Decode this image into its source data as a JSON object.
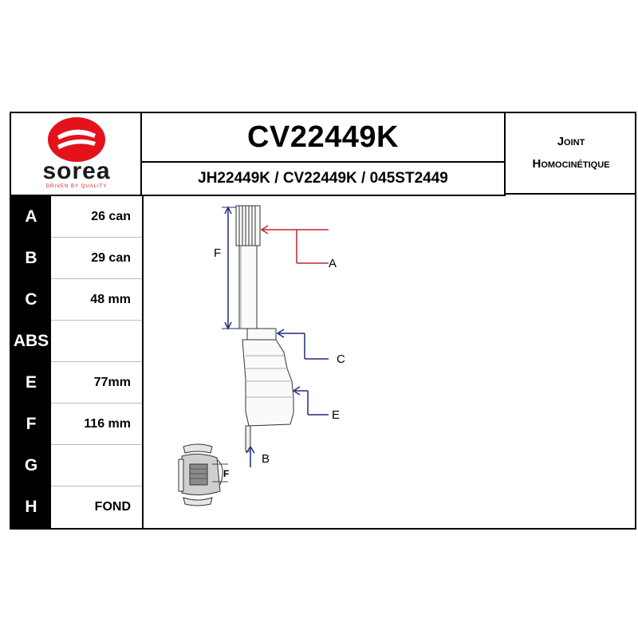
{
  "brand": {
    "name": "sorea",
    "tagline": "DRIVEN BY QUALITY",
    "color": "#e3121b"
  },
  "header": {
    "part_number": "CV22449K",
    "cross_refs": "JH22449K / CV22449K / 045ST2449",
    "type_line1": "Joint",
    "type_line2": "Homocinétique"
  },
  "specs": [
    {
      "key": "A",
      "value": "26 can"
    },
    {
      "key": "B",
      "value": "29 can"
    },
    {
      "key": "C",
      "value": "48 mm"
    },
    {
      "key": "ABS",
      "value": ""
    },
    {
      "key": "E",
      "value": "77mm"
    },
    {
      "key": "F",
      "value": "116 mm"
    },
    {
      "key": "G",
      "value": ""
    },
    {
      "key": "H",
      "value": "FOND"
    }
  ],
  "drawing_labels": {
    "a": "A",
    "b": "B",
    "c": "C",
    "e": "E",
    "f": "F",
    "f_inset": "F"
  },
  "colors": {
    "arrow_a": "#c0272d",
    "arrow_other": "#1f2a7a"
  }
}
